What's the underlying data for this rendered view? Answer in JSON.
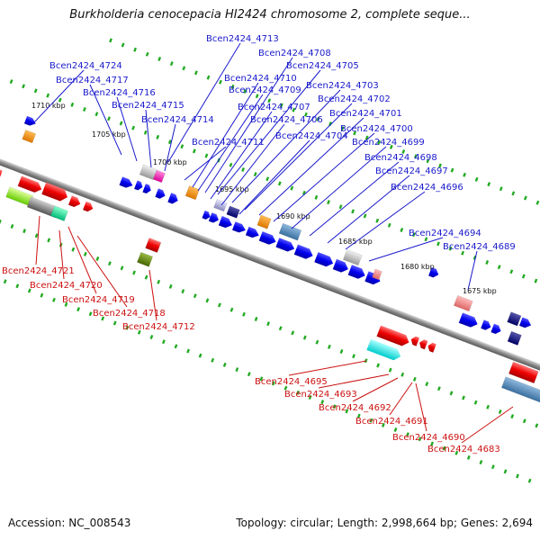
{
  "title": "Burkholderia cenocepacia HI2424 chromosome 2, complete seque...",
  "footer": {
    "accession": "Accession: NC_008543",
    "summary": "Topology: circular; Length: 2,998,664 bp; Genes: 2,694"
  },
  "colors": {
    "forward_label": "#1a1acc",
    "reverse_label": "#cc1111",
    "backbone": "#8a8a8a",
    "tick": "#22aa22"
  },
  "kbp_ticks": [
    "1710 kbp",
    "1705 kbp",
    "1700 kbp",
    "1695 kbp",
    "1690 kbp",
    "1685 kbp",
    "1680 kbp",
    "1675 kbp"
  ],
  "forward_genes": [
    "Bcen2424_4713",
    "Bcen2424_4708",
    "Bcen2424_4724",
    "Bcen2424_4705",
    "Bcen2424_4717",
    "Bcen2424_4710",
    "Bcen2424_4703",
    "Bcen2424_4716",
    "Bcen2424_4709",
    "Bcen2424_4702",
    "Bcen2424_4715",
    "Bcen2424_4707",
    "Bcen2424_4701",
    "Bcen2424_4714",
    "Bcen2424_4706",
    "Bcen2424_4700",
    "Bcen2424_4704",
    "Bcen2424_4711",
    "Bcen2424_4699",
    "Bcen2424_4698",
    "Bcen2424_4697",
    "Bcen2424_4696",
    "Bcen2424_4694",
    "Bcen2424_4689"
  ],
  "reverse_genes": [
    "Bcen2424_4721",
    "Bcen2424_4720",
    "Bcen2424_4719",
    "Bcen2424_4718",
    "Bcen2424_4712",
    "Bcen2424_4695",
    "Bcen2424_4693",
    "Bcen2424_4692",
    "Bcen2424_4691",
    "Bcen2424_4690",
    "Bcen2424_4683"
  ]
}
